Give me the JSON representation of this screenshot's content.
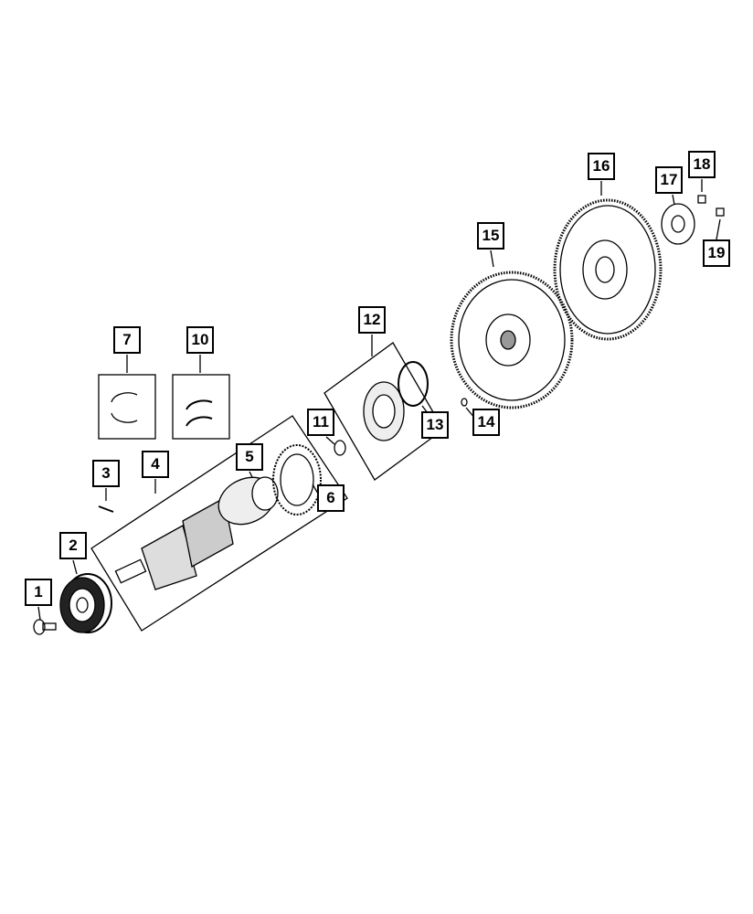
{
  "diagram": {
    "callouts": [
      "1",
      "2",
      "3",
      "4",
      "5",
      "6",
      "7",
      "10",
      "11",
      "12",
      "13",
      "14",
      "15",
      "16",
      "17",
      "18",
      "19"
    ]
  },
  "colors": {
    "line": "#000000",
    "background": "#ffffff"
  }
}
